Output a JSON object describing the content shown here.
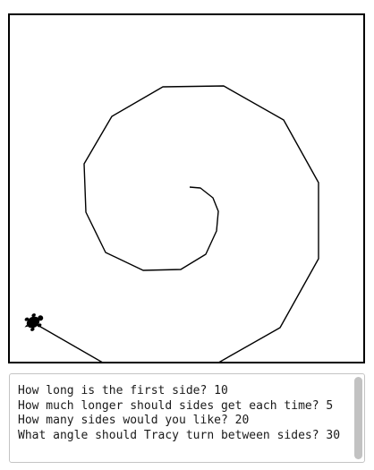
{
  "console": {
    "lines": [
      {
        "prompt": "How long is the first side?",
        "answer": "10"
      },
      {
        "prompt": "How much longer should sides get each time?",
        "answer": "5"
      },
      {
        "prompt": "How many sides would you like?",
        "answer": "20"
      },
      {
        "prompt": "What angle should Tracy turn between sides?",
        "answer": "30"
      }
    ]
  },
  "turtle": {
    "icon": "turtle-icon",
    "color": "#000000"
  },
  "drawing": {
    "line_color": "#000000",
    "canvas_border_color": "#000000"
  }
}
